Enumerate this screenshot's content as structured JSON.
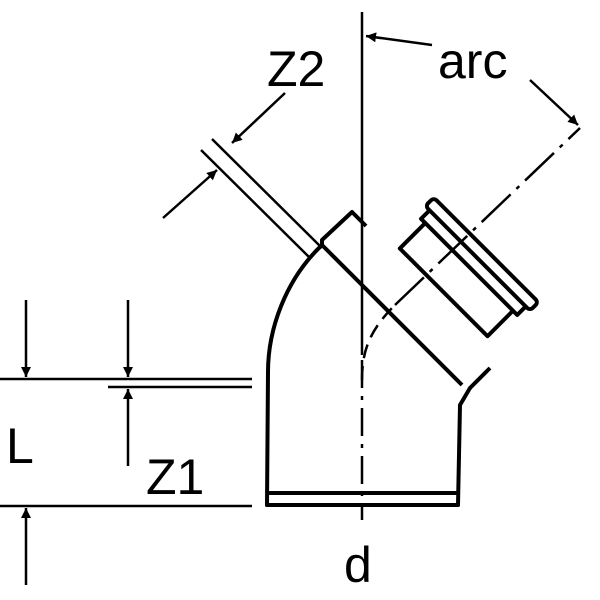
{
  "labels": {
    "z2": "Z2",
    "arc": "arc",
    "l": "L",
    "z1": "Z1",
    "d": "d"
  },
  "colors": {
    "line": "#000000",
    "background": "#ffffff"
  }
}
